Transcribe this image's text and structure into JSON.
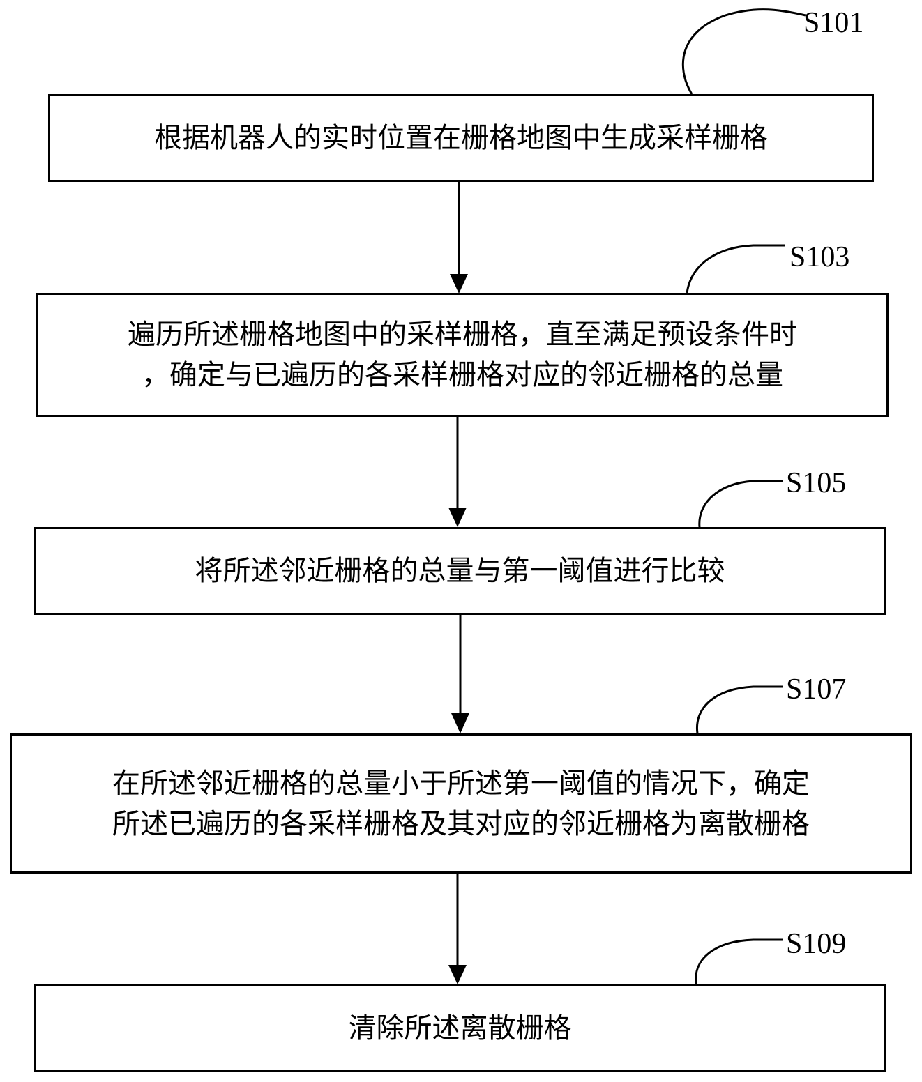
{
  "steps": [
    {
      "id": "S101",
      "label": "S101",
      "lines": [
        "根据机器人的实时位置在栅格地图中生成采样栅格"
      ]
    },
    {
      "id": "S103",
      "label": "S103",
      "lines": [
        "遍历所述栅格地图中的采样栅格，直至满足预设条件时",
        "，确定与已遍历的各采样栅格对应的邻近栅格的总量"
      ]
    },
    {
      "id": "S105",
      "label": "S105",
      "lines": [
        "将所述邻近栅格的总量与第一阈值进行比较"
      ]
    },
    {
      "id": "S107",
      "label": "S107",
      "lines": [
        "在所述邻近栅格的总量小于所述第一阈值的情况下，确定",
        "所述已遍历的各采样栅格及其对应的邻近栅格为离散栅格"
      ]
    },
    {
      "id": "S109",
      "label": "S109",
      "lines": [
        "清除所述离散栅格"
      ]
    }
  ],
  "colors": {
    "stroke": "#000000",
    "background": "#ffffff"
  }
}
